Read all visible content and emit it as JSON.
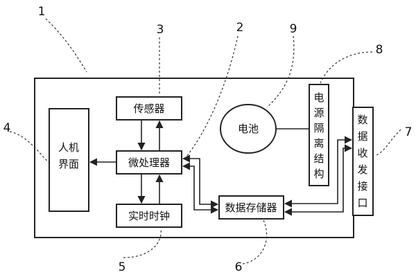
{
  "blocks": {
    "hmi": [
      "人机",
      "界面"
    ],
    "sensor": "传感器",
    "mcu": "微处理器",
    "rtc": "实时时钟",
    "battery": "电池",
    "isolation": [
      "电",
      "源",
      "隔",
      "离",
      "结",
      "构"
    ],
    "storage": "数据存储器",
    "transceiver": [
      "数",
      "据",
      "收",
      "发",
      "接",
      "口"
    ]
  },
  "callouts": [
    "1",
    "2",
    "3",
    "4",
    "5",
    "6",
    "7",
    "8",
    "9"
  ]
}
